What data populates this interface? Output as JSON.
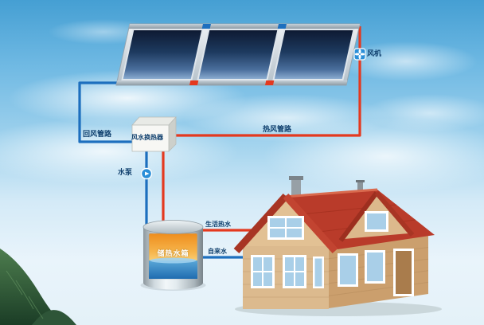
{
  "diagram": {
    "labels": {
      "fan": "风机",
      "return_air_pipe": "回风管路",
      "hot_air_pipe": "热风管路",
      "heat_exchanger": "风水换热器",
      "water_pump": "水泵",
      "storage_tank": "储热水箱",
      "domestic_hot_water": "生活热水",
      "tap_water": "自来水"
    },
    "colors": {
      "hot_pipe": "#e4391f",
      "cold_pipe": "#1d6fbe",
      "label_text": "#10406e",
      "tank_label_text": "#ffffff",
      "collector_panel": "#16294a",
      "roof": "#b93b2a",
      "wall": "#dcba8e",
      "mountain": "#2c5a36"
    },
    "icons": {
      "fan": "fan-icon",
      "pump": "pump-icon"
    }
  }
}
